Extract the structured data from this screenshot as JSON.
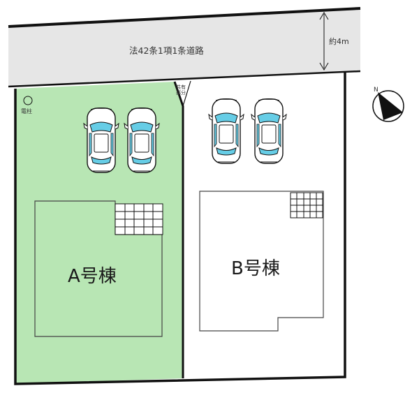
{
  "road": {
    "label": "法42条1項1条道路",
    "width_label": "約4m"
  },
  "shared_area": {
    "label_line1": "共有",
    "label_line2": "部分"
  },
  "utility_pole": {
    "label": "電柱"
  },
  "lot_a": {
    "building_label": "A号棟",
    "fill_color": "#b8e6b4",
    "parking_spaces": 2
  },
  "lot_b": {
    "building_label": "B号棟",
    "parking_spaces": 2
  },
  "compass": {
    "north_label": "N"
  },
  "colors": {
    "car_glass": "#66cde6",
    "road": "#e6e6e6",
    "outline": "#111111"
  }
}
